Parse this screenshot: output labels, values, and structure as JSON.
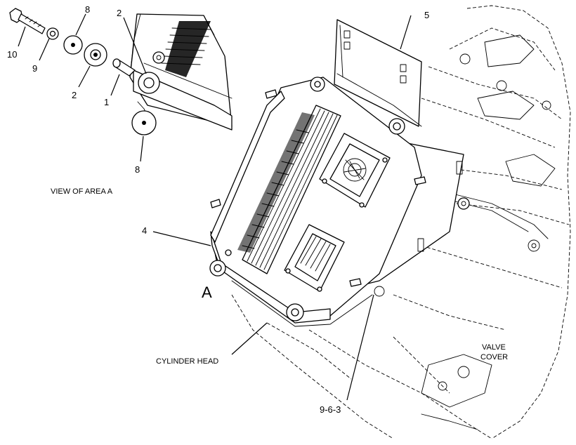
{
  "callouts": {
    "c10": "10",
    "c9": "9",
    "c8_top": "8",
    "c2_top": "2",
    "c2_mid": "2",
    "c1": "1",
    "c8_bottom": "8",
    "c5": "5",
    "c4": "4",
    "c963": "9-6-3"
  },
  "labels": {
    "view_area": "VIEW OF AREA  A",
    "area_marker": "A",
    "cylinder_head": "CYLINDER HEAD",
    "valve_cover_line1": "VALVE",
    "valve_cover_line2": "COVER"
  }
}
